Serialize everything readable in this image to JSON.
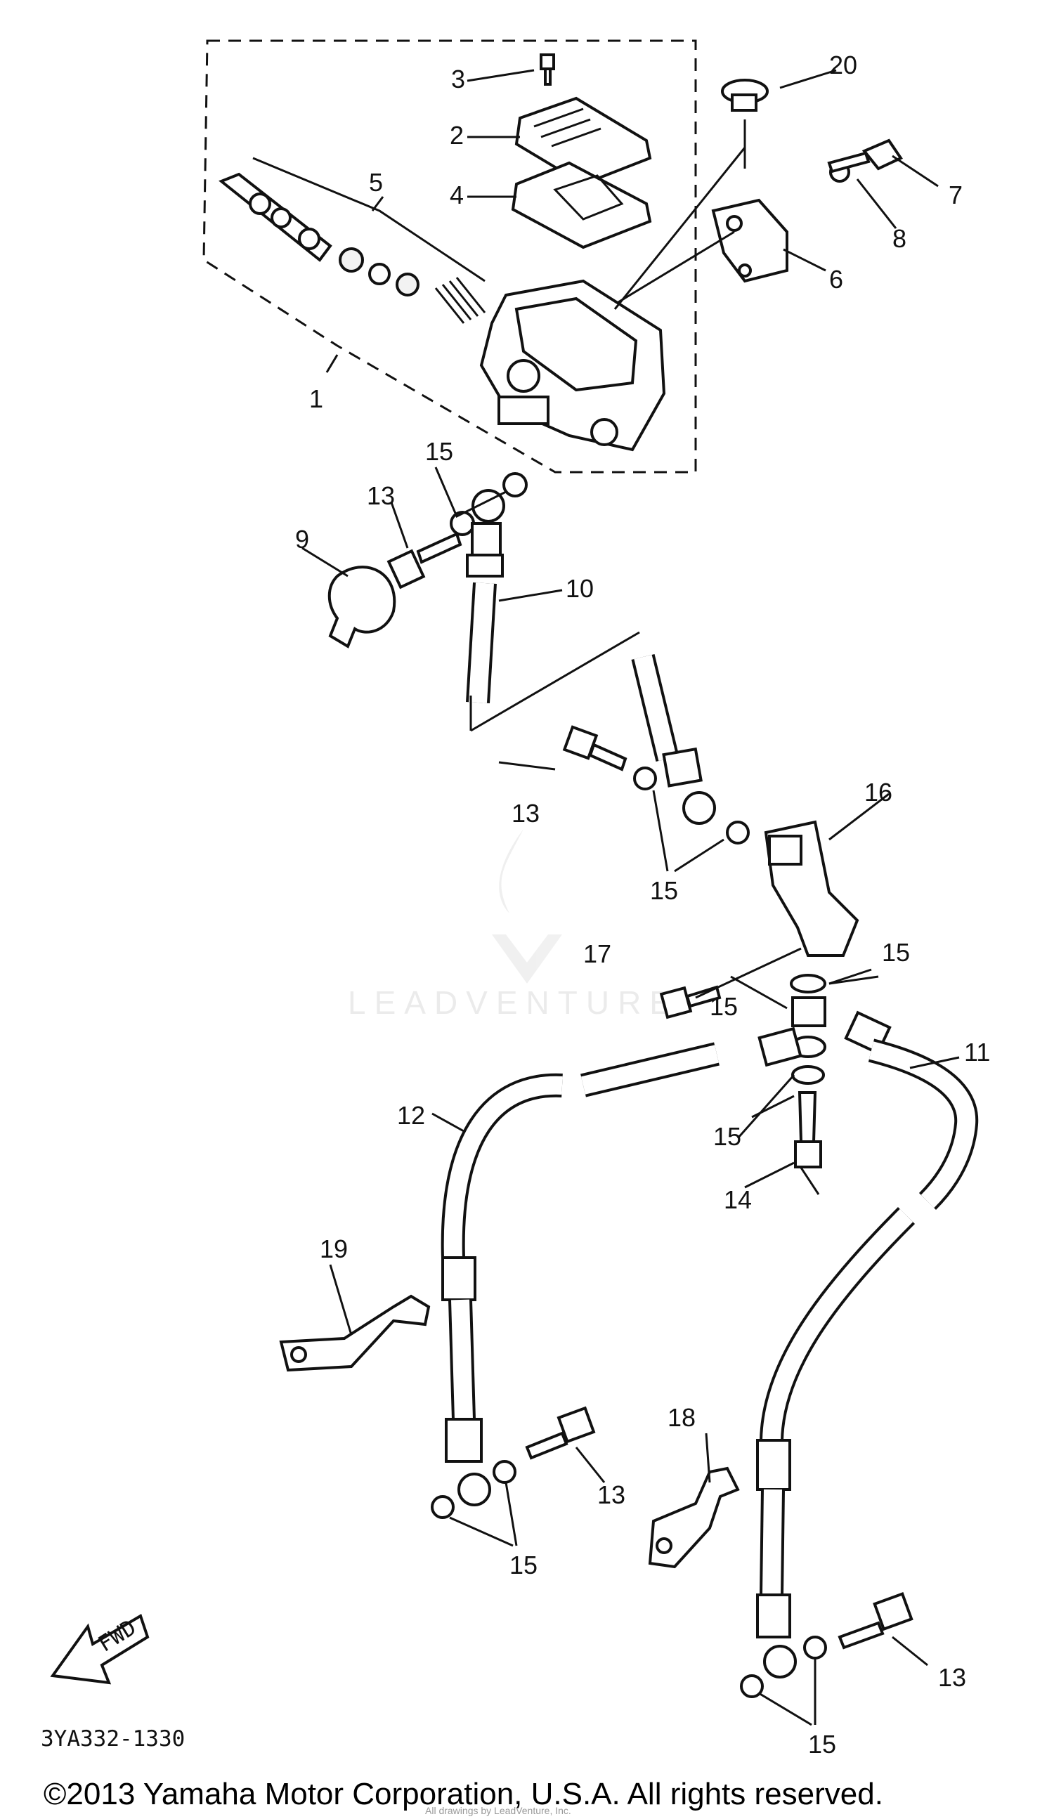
{
  "diagram": {
    "callouts": [
      {
        "id": "c1",
        "text": "1"
      },
      {
        "id": "c2",
        "text": "2"
      },
      {
        "id": "c3",
        "text": "3"
      },
      {
        "id": "c4",
        "text": "4"
      },
      {
        "id": "c5",
        "text": "5"
      },
      {
        "id": "c6",
        "text": "6"
      },
      {
        "id": "c7",
        "text": "7"
      },
      {
        "id": "c8",
        "text": "8"
      },
      {
        "id": "c9",
        "text": "9"
      },
      {
        "id": "c10",
        "text": "10"
      },
      {
        "id": "c11",
        "text": "11"
      },
      {
        "id": "c12",
        "text": "12"
      },
      {
        "id": "c13a",
        "text": "13"
      },
      {
        "id": "c13b",
        "text": "13"
      },
      {
        "id": "c13c",
        "text": "13"
      },
      {
        "id": "c13d",
        "text": "13"
      },
      {
        "id": "c14",
        "text": "14"
      },
      {
        "id": "c15a",
        "text": "15"
      },
      {
        "id": "c15b",
        "text": "15"
      },
      {
        "id": "c15c",
        "text": "15"
      },
      {
        "id": "c15d",
        "text": "15"
      },
      {
        "id": "c15e",
        "text": "15"
      },
      {
        "id": "c15f",
        "text": "15"
      },
      {
        "id": "c15g",
        "text": "15"
      },
      {
        "id": "c16",
        "text": "16"
      },
      {
        "id": "c17",
        "text": "17"
      },
      {
        "id": "c18",
        "text": "18"
      },
      {
        "id": "c19",
        "text": "19"
      },
      {
        "id": "c20",
        "text": "20"
      }
    ],
    "fwd_label": "FWD",
    "diagram_code": "3YA332-1330",
    "watermark": "LEADVENTURE",
    "copyright": "©2013 Yamaha Motor Corporation, U.S.A. All rights reserved.",
    "fine_print": "All drawings by LeadVenture, Inc."
  }
}
